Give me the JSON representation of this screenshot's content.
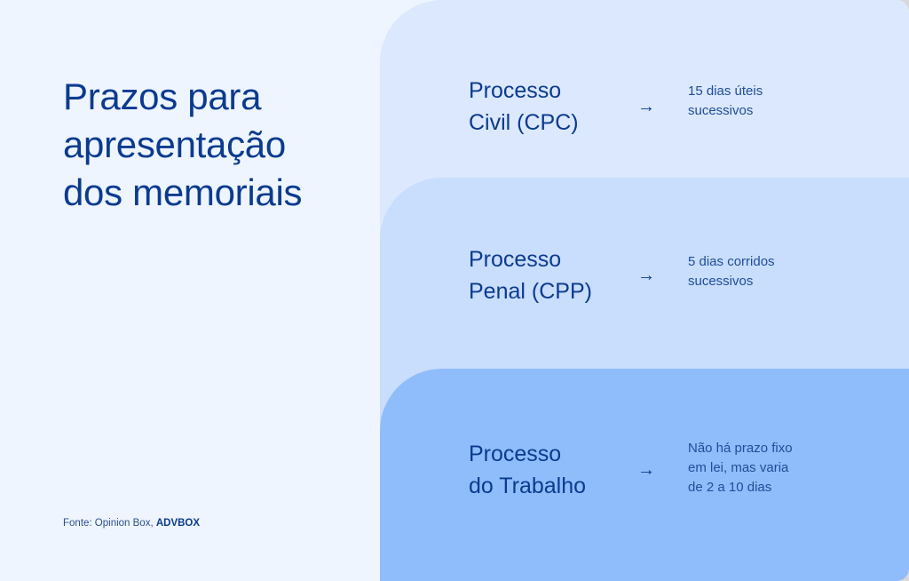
{
  "title": {
    "lines": [
      "Prazos para",
      "apresentação",
      "dos memoriais"
    ]
  },
  "source": {
    "prefix": "Fonte: Opinion Box, ",
    "brand": "ADVBOX"
  },
  "colors": {
    "background": "#eef5fe",
    "card_1": "#dbe8fd",
    "card_2": "#c9ddfc",
    "card_3": "#8fbdfb",
    "text_primary": "#0b3b8f"
  },
  "arrow_icon": "→",
  "processes": [
    {
      "label_lines": [
        "Processo",
        "Civil (CPC)"
      ],
      "deadline_lines": [
        "15 dias úteis",
        "sucessivos"
      ]
    },
    {
      "label_lines": [
        "Processo",
        "Penal (CPP)"
      ],
      "deadline_lines": [
        "5 dias corridos",
        "sucessivos"
      ]
    },
    {
      "label_lines": [
        "Processo",
        "do Trabalho"
      ],
      "deadline_lines": [
        "Não há prazo fixo",
        "em lei, mas varia",
        "de 2 a 10 dias"
      ]
    }
  ]
}
